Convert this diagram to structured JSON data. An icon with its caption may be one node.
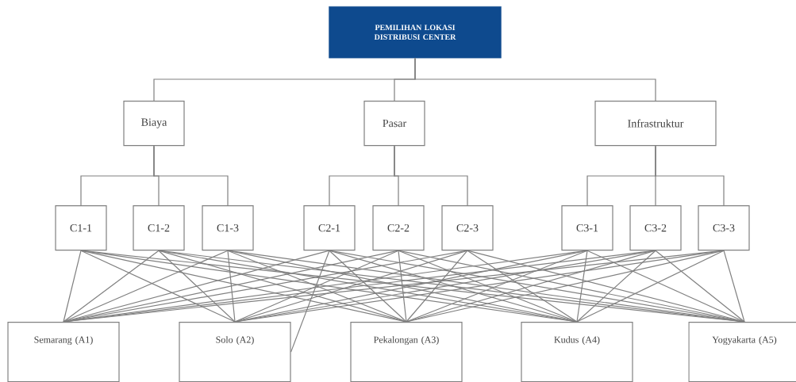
{
  "diagram": {
    "nodes": [
      {
        "text": [
          "PEMILIHAN LOKASI DISTRIBUSI CENTER"
        ]
      },
      {
        "text": [
          "Biaya"
        ]
      },
      {
        "text": [
          "Pasar"
        ]
      },
      {
        "text": [
          "Infrastruktur"
        ]
      },
      {
        "text": [
          "C1-1"
        ]
      },
      {
        "text": [
          "C1-2"
        ]
      },
      {
        "text": [
          "C1-3"
        ]
      },
      {
        "text": [
          "C2-1"
        ]
      },
      {
        "text": [
          "C2-2"
        ]
      },
      {
        "text": [
          "C2-3"
        ]
      },
      {
        "text": [
          "C3-1"
        ]
      },
      {
        "text": [
          "C3-2"
        ]
      },
      {
        "text": [
          "C3-3"
        ]
      },
      {
        "text": [
          "Semarang (A1)"
        ]
      },
      {
        "text": [
          "Solo (A2)"
        ]
      },
      {
        "text": [
          "Pekalongan (A3)"
        ]
      },
      {
        "text": [
          "Kudus (A4)"
        ]
      },
      {
        "text": [
          "Yogyakarta (A5)"
        ]
      }
    ],
    "edges": [
      {
        "from": 0,
        "to": 1,
        "arrow": "none"
      },
      {
        "from": 0,
        "to": 2,
        "arrow": "none"
      },
      {
        "from": 0,
        "to": 3,
        "arrow": "none"
      },
      {
        "from": 1,
        "to": 4,
        "arrow": "none"
      },
      {
        "from": 1,
        "to": 5,
        "arrow": "none"
      },
      {
        "from": 1,
        "to": 6,
        "arrow": "none"
      },
      {
        "from": 2,
        "to": 7,
        "arrow": "none"
      },
      {
        "from": 2,
        "to": 8,
        "arrow": "none"
      },
      {
        "from": 2,
        "to": 9,
        "arrow": "none"
      },
      {
        "from": 3,
        "to": 10,
        "arrow": "none"
      },
      {
        "from": 3,
        "to": 11,
        "arrow": "none"
      },
      {
        "from": 3,
        "to": 12,
        "arrow": "none"
      },
      {
        "from": 4,
        "to": 13,
        "arrow": "none"
      },
      {
        "from": 4,
        "to": 14,
        "arrow": "none"
      },
      {
        "from": 4,
        "to": 15,
        "arrow": "none"
      },
      {
        "from": 4,
        "to": 16,
        "arrow": "none"
      },
      {
        "from": 4,
        "to": 17,
        "arrow": "none"
      },
      {
        "from": 5,
        "to": 13,
        "arrow": "none"
      },
      {
        "from": 5,
        "to": 14,
        "arrow": "none"
      },
      {
        "from": 5,
        "to": 15,
        "arrow": "none"
      },
      {
        "from": 5,
        "to": 16,
        "arrow": "none"
      },
      {
        "from": 5,
        "to": 17,
        "arrow": "none"
      },
      {
        "from": 6,
        "to": 13,
        "arrow": "none"
      },
      {
        "from": 6,
        "to": 14,
        "arrow": "none"
      },
      {
        "from": 6,
        "to": 15,
        "arrow": "none"
      },
      {
        "from": 6,
        "to": 16,
        "arrow": "none"
      },
      {
        "from": 6,
        "to": 17,
        "arrow": "none"
      },
      {
        "from": 7,
        "to": 13,
        "arrow": "none"
      },
      {
        "from": 7,
        "to": 14,
        "arrow": "none"
      },
      {
        "from": 7,
        "to": 15,
        "arrow": "none"
      },
      {
        "from": 7,
        "to": 16,
        "arrow": "none"
      },
      {
        "from": 7,
        "to": 17,
        "arrow": "none"
      },
      {
        "from": 8,
        "to": 13,
        "arrow": "none"
      },
      {
        "from": 8,
        "to": 14,
        "arrow": "none"
      },
      {
        "from": 8,
        "to": 15,
        "arrow": "none"
      },
      {
        "from": 8,
        "to": 16,
        "arrow": "none"
      },
      {
        "from": 8,
        "to": 17,
        "arrow": "none"
      },
      {
        "from": 9,
        "to": 13,
        "arrow": "none"
      },
      {
        "from": 9,
        "to": 14,
        "arrow": "none"
      },
      {
        "from": 9,
        "to": 15,
        "arrow": "none"
      },
      {
        "from": 9,
        "to": 16,
        "arrow": "none"
      },
      {
        "from": 9,
        "to": 17,
        "arrow": "none"
      },
      {
        "from": 10,
        "to": 13,
        "arrow": "none"
      },
      {
        "from": 10,
        "to": 14,
        "arrow": "none"
      },
      {
        "from": 10,
        "to": 15,
        "arrow": "none"
      },
      {
        "from": 10,
        "to": 16,
        "arrow": "none"
      },
      {
        "from": 10,
        "to": 17,
        "arrow": "none"
      },
      {
        "from": 11,
        "to": 13,
        "arrow": "none"
      },
      {
        "from": 11,
        "to": 14,
        "arrow": "none"
      },
      {
        "from": 11,
        "to": 15,
        "arrow": "none"
      },
      {
        "from": 11,
        "to": 16,
        "arrow": "none"
      },
      {
        "from": 11,
        "to": 17,
        "arrow": "none"
      },
      {
        "from": 12,
        "to": 13,
        "arrow": "none"
      },
      {
        "from": 12,
        "to": 14,
        "arrow": "none"
      },
      {
        "from": 12,
        "to": 15,
        "arrow": "none"
      },
      {
        "from": 12,
        "to": 16,
        "arrow": "none"
      },
      {
        "from": 12,
        "to": 17,
        "arrow": "none"
      }
    ]
  }
}
